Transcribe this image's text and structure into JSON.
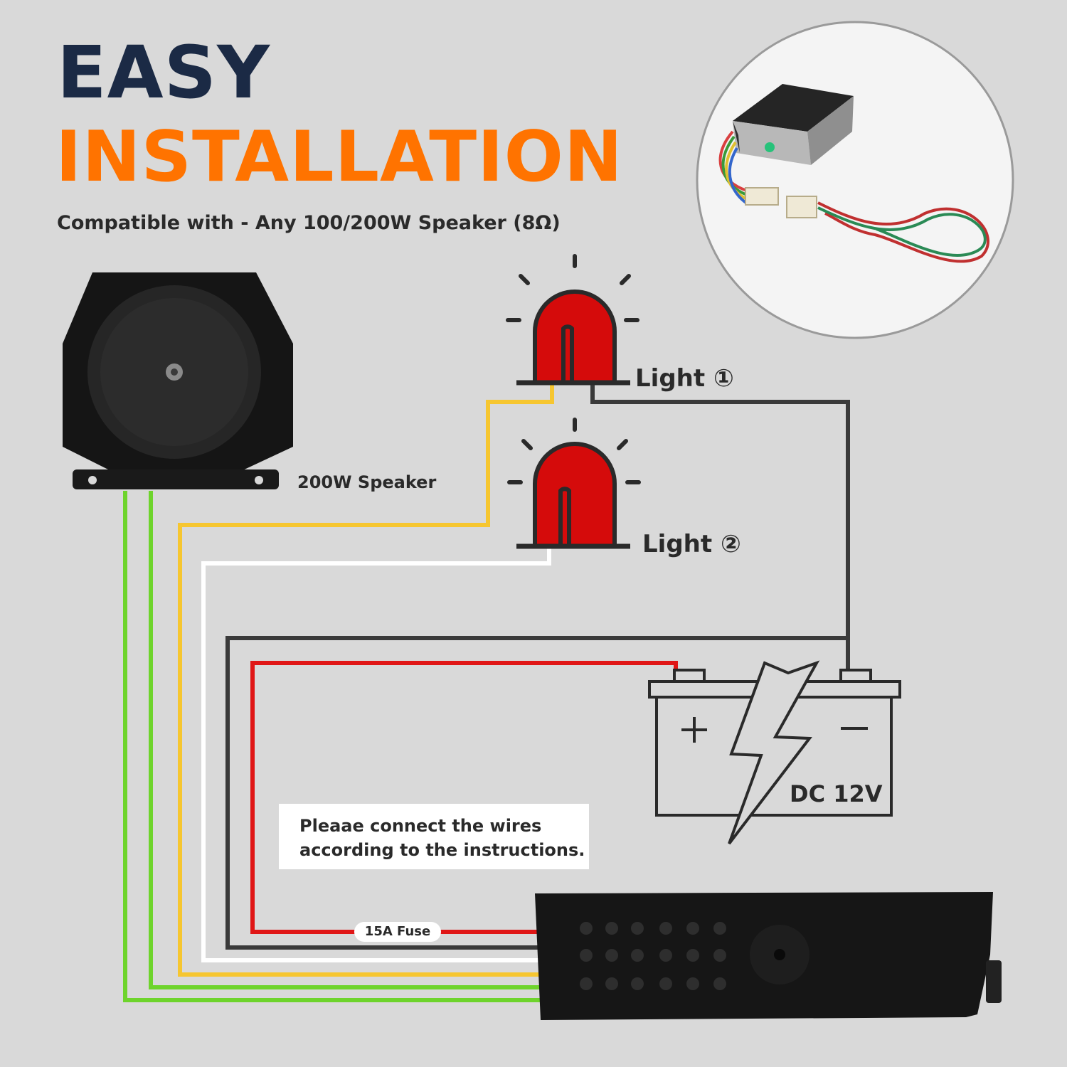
{
  "header": {
    "title_line1": "EASY",
    "title_line2": "INSTALLATION",
    "subtitle": "Compatible with - Any 100/200W Speaker (8Ω)"
  },
  "labels": {
    "speaker": "200W Speaker",
    "light_1": "Light ①",
    "light_2": "Light ②",
    "battery": "DC 12V",
    "fuse": "15A Fuse",
    "battery_positive": "+",
    "battery_negative": "−"
  },
  "note": {
    "line1": "Pleaae connect the wires",
    "line2": "according to the instructions."
  },
  "colors": {
    "title_dark": "#1b2a45",
    "title_orange": "#ff7300",
    "light_red": "#d50b0b",
    "wire_green": "#6ed42c",
    "wire_yellow": "#f6c630",
    "wire_white": "#ffffff",
    "wire_black": "#3a3a3a",
    "wire_red": "#e01616"
  },
  "icons": [
    "speaker-image",
    "siren-light-icon",
    "battery-icon",
    "lightning-bolt-icon",
    "siren-amplifier-image",
    "amplifier-photo"
  ]
}
